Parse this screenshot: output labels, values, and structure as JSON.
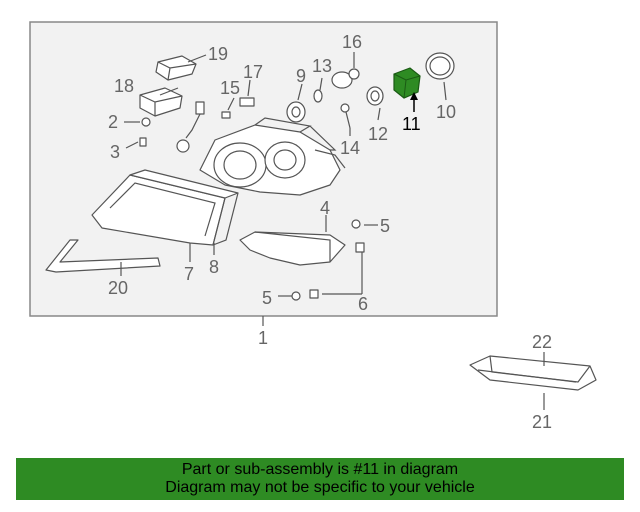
{
  "diagram": {
    "callouts": {
      "c1": "1",
      "c2": "2",
      "c3": "3",
      "c4": "4",
      "c5a": "5",
      "c5b": "5",
      "c6": "6",
      "c7": "7",
      "c8": "8",
      "c9": "9",
      "c10": "10",
      "c11": "11",
      "c12": "12",
      "c13": "13",
      "c14": "14",
      "c15": "15",
      "c16": "16",
      "c17": "17",
      "c18": "18",
      "c19": "19",
      "c20": "20",
      "c21": "21",
      "c22": "22"
    },
    "highlighted_part": "11",
    "colors": {
      "highlight_fill": "#2e8b23",
      "banner_background": "#2e8b23",
      "line_color": "#555555",
      "frame_fill": "#f2f2f2"
    }
  },
  "banner": {
    "line1": "Part or sub-assembly is #11 in diagram",
    "line2": "Diagram may not be specific to your vehicle"
  }
}
